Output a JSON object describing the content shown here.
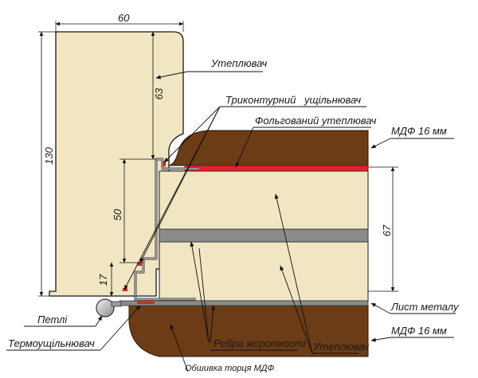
{
  "dimensions": {
    "width_top": "60",
    "height_total": "130",
    "height_upper": "63",
    "height_mid": "50",
    "height_low": "17",
    "leaf_thickness": "67"
  },
  "labels": {
    "insulation_top": "Утеплювач",
    "triple_seal_a": "Триконтурний",
    "triple_seal_b": "ущільнювач",
    "foil_insulation": "Фольгований утеплювач",
    "mdf_top": "МДФ 16 мм",
    "metal_sheet": "Лист металу",
    "mdf_bottom": "МДФ 16 мм",
    "hinges": "Петлі",
    "thermo_seal": "Термоущільнювач",
    "stiffener_ribs": "Ребра жорсткості",
    "insulation_bottom": "Утеплювач",
    "mdf_edge_trim": "Обшивка торця МДФ"
  },
  "colors": {
    "frame_fill": "#f0e6c2",
    "mdf_brown": "#6b3c16",
    "steel_grey": "#8a8a8a",
    "foil_red": "#d8262c",
    "outline": "#1a1a1a"
  }
}
